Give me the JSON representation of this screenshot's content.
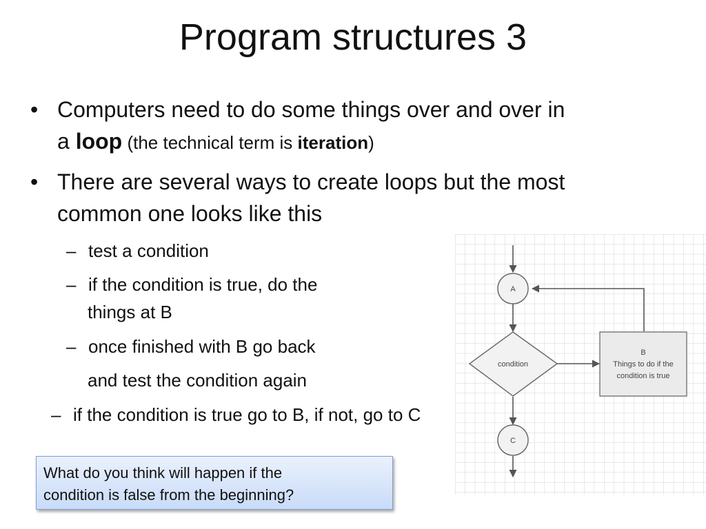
{
  "slide": {
    "title": "Program structures 3",
    "bullet1": {
      "marker": "•",
      "line1": "Computers need to do some things over and over in",
      "line2_pre": "a ",
      "line2_bold": "loop",
      "line2_paren_pre": " (the technical term is ",
      "line2_paren_bold": "iteration",
      "line2_paren_post": ")"
    },
    "bullet2": {
      "marker": "•",
      "line1": "There are several ways to create loops but the most",
      "line2": "common one looks like this"
    },
    "sub_marker": "–",
    "sub1": "test a condition",
    "sub2_line1": "if the condition is true, do the",
    "sub2_line2": "things at B",
    "sub3_line1": "once finished with B go back",
    "sub3_line2": "and test the condition again",
    "sub4": "if the condition is true go to B, if not, go to C",
    "question": {
      "line1": "What do you think will happen if the",
      "line2": "condition is false from the beginning?"
    }
  },
  "diagram": {
    "node_a": "A",
    "decision": "condition",
    "box_b": {
      "title": "B",
      "line1": "Things to do if the",
      "line2": "condition is true"
    },
    "node_c": "C",
    "colors": {
      "grid": "#d3d3d3",
      "stroke": "#6b6b6b",
      "fill": "#f2f2f2",
      "box_fill": "#ebebeb"
    }
  }
}
